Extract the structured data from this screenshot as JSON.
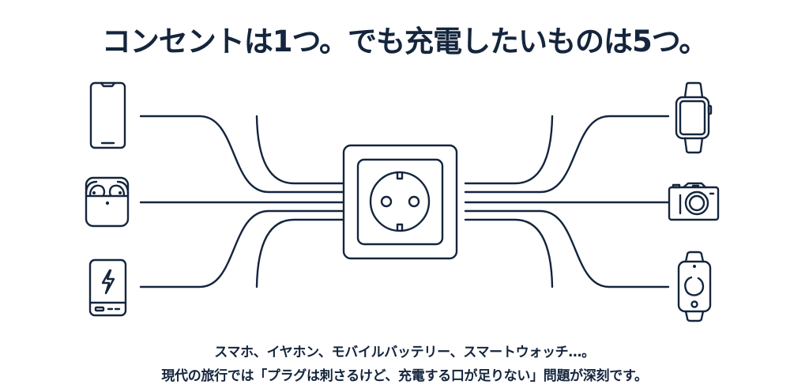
{
  "title": "コンセントは1つ。でも充電したいものは5つ。",
  "diagram": {
    "center": {
      "name": "outlet",
      "type": "wall-socket-type-F"
    },
    "left_devices": [
      {
        "name": "smartphone",
        "icon": "smartphone-icon"
      },
      {
        "name": "earphones",
        "icon": "earbuds-case-icon"
      },
      {
        "name": "mobile-battery",
        "icon": "power-bank-icon"
      }
    ],
    "right_devices": [
      {
        "name": "smartwatch",
        "icon": "smartwatch-icon"
      },
      {
        "name": "camera",
        "icon": "camera-icon"
      },
      {
        "name": "fitness-band",
        "icon": "fitness-band-icon"
      }
    ],
    "stroke_color": "#14253d"
  },
  "caption": {
    "line1": "スマホ、イヤホン、モバイルバッテリー、スマートウォッチ…。",
    "line2": "現代の旅行では「プラグは刺さるけど、充電する口が足りない」問題が深刻です。"
  }
}
